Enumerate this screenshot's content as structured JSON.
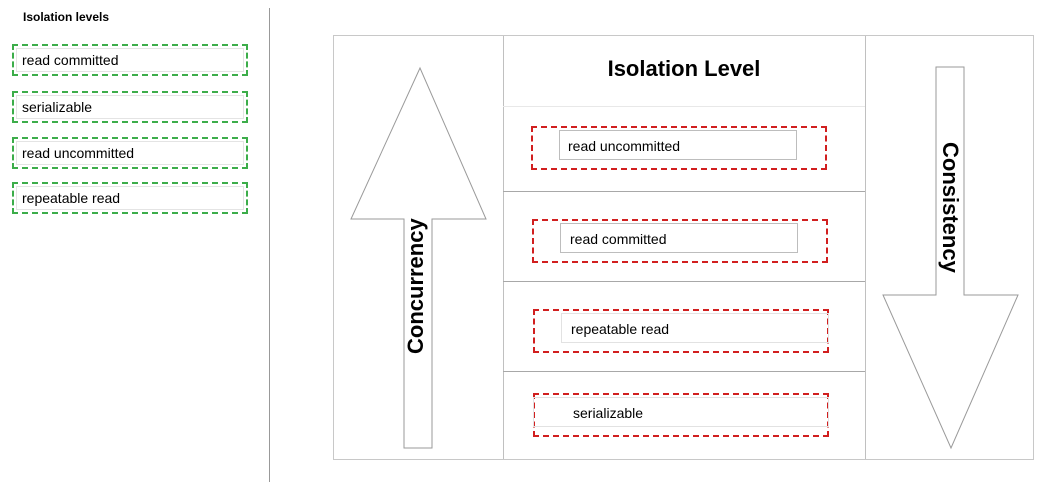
{
  "palette": {
    "title": "Isolation levels",
    "options": [
      {
        "label": "read committed"
      },
      {
        "label": "serializable"
      },
      {
        "label": "read uncommitted"
      },
      {
        "label": "repeatable read"
      }
    ]
  },
  "diagram": {
    "title": "Isolation Level",
    "slots": [
      {
        "label": "read uncommitted"
      },
      {
        "label": "read committed"
      },
      {
        "label": "repeatable read"
      },
      {
        "label": "serializable"
      }
    ],
    "left_axis": {
      "label": "Concurrency",
      "direction": "up"
    },
    "right_axis": {
      "label": "Consistency",
      "direction": "down"
    }
  },
  "colors": {
    "option_border": "#3cad4a",
    "slot_border": "#d11f1f"
  }
}
